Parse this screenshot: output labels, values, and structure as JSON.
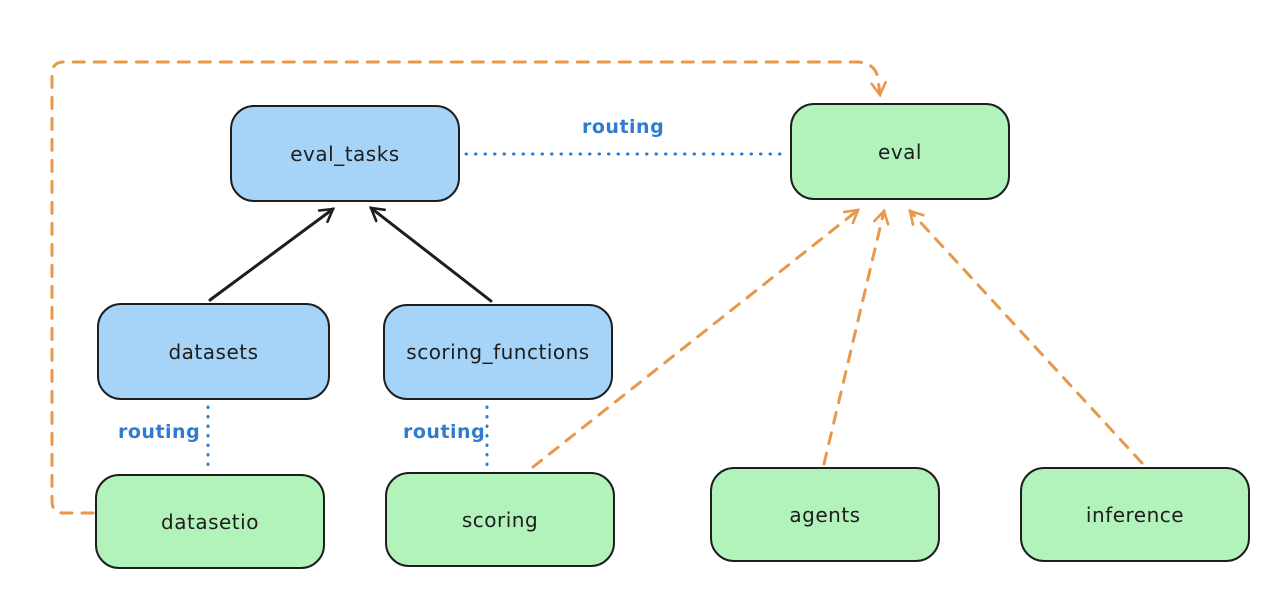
{
  "diagram": {
    "background": "#ffffff",
    "palette": {
      "stroke": "#1e1e1e",
      "api_fill": "#a5d4f8",
      "provider_fill": "#b2f2bb",
      "routing_color": "#2f7bd0",
      "dashed_edge_color": "#e8984a"
    },
    "nodes": [
      {
        "id": "eval_tasks",
        "label": "eval_tasks",
        "type": "api"
      },
      {
        "id": "eval",
        "label": "eval",
        "type": "provider"
      },
      {
        "id": "datasets",
        "label": "datasets",
        "type": "api"
      },
      {
        "id": "scoring_functions",
        "label": "scoring_functions",
        "type": "api"
      },
      {
        "id": "datasetio",
        "label": "datasetio",
        "type": "provider"
      },
      {
        "id": "scoring",
        "label": "scoring",
        "type": "provider"
      },
      {
        "id": "agents",
        "label": "agents",
        "type": "provider"
      },
      {
        "id": "inference",
        "label": "inference",
        "type": "provider"
      }
    ],
    "edges": [
      {
        "from": "datasets",
        "to": "eval_tasks",
        "style": "solid-arrow",
        "label": ""
      },
      {
        "from": "scoring_functions",
        "to": "eval_tasks",
        "style": "solid-arrow",
        "label": ""
      },
      {
        "from": "eval_tasks",
        "to": "eval",
        "style": "dotted",
        "label": "routing"
      },
      {
        "from": "datasets",
        "to": "datasetio",
        "style": "dotted",
        "label": "routing"
      },
      {
        "from": "scoring_functions",
        "to": "scoring",
        "style": "dotted",
        "label": "routing"
      },
      {
        "from": "datasetio",
        "to": "eval",
        "style": "dashed-arrow",
        "label": ""
      },
      {
        "from": "scoring",
        "to": "eval",
        "style": "dashed-arrow",
        "label": ""
      },
      {
        "from": "agents",
        "to": "eval",
        "style": "dashed-arrow",
        "label": ""
      },
      {
        "from": "inference",
        "to": "eval",
        "style": "dashed-arrow",
        "label": ""
      }
    ]
  }
}
